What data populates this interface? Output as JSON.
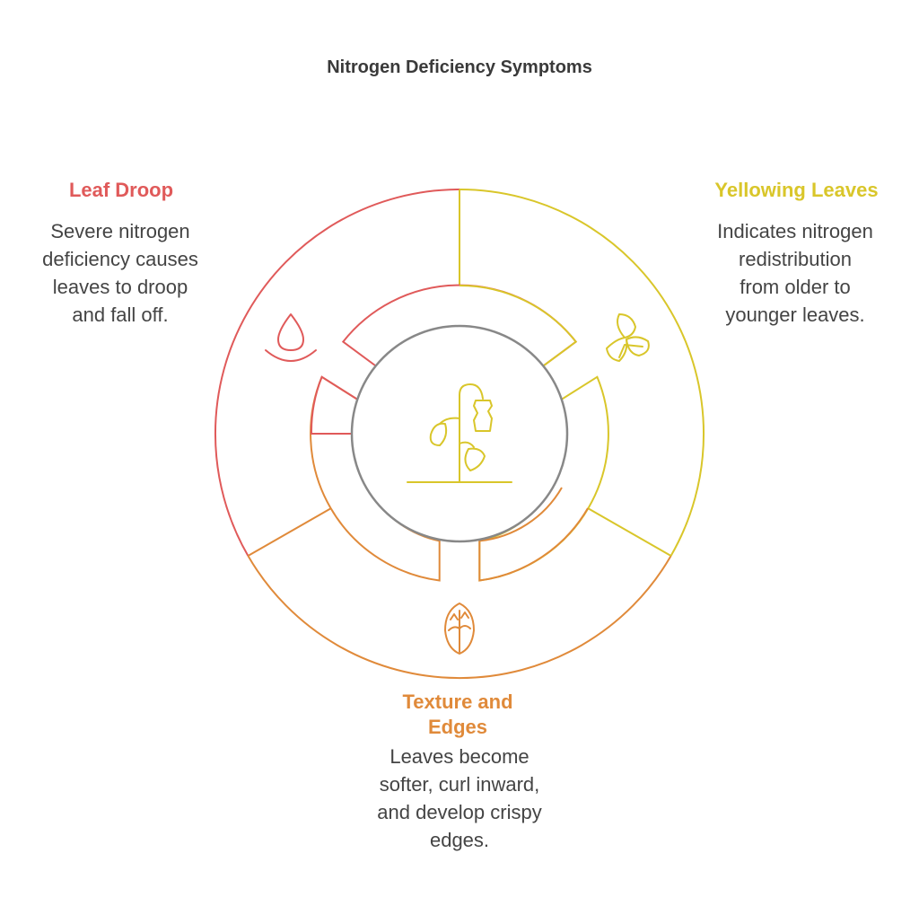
{
  "title": "Nitrogen Deficiency Symptoms",
  "segments": {
    "leaf_droop": {
      "title": "Leaf Droop",
      "lines": [
        "Severe nitrogen",
        "deficiency causes",
        "leaves to droop",
        "and fall off."
      ],
      "color": "#e05a5a",
      "icon": "water-drop-icon"
    },
    "yellowing": {
      "title": "Yellowing Leaves",
      "lines": [
        "Indicates nitrogen",
        "redistribution",
        "from older to",
        "younger leaves."
      ],
      "color": "#d9c62a",
      "icon": "leaves-icon"
    },
    "texture": {
      "title_lines": [
        "Texture and",
        "Edges"
      ],
      "lines": [
        "Leaves become",
        "softer, curl inward,",
        "and develop crispy",
        "edges."
      ],
      "color": "#e08a3a",
      "icon": "crispy-leaf-icon"
    }
  },
  "center": {
    "icon": "wilting-plant-icon",
    "ring_color": "#888888"
  }
}
